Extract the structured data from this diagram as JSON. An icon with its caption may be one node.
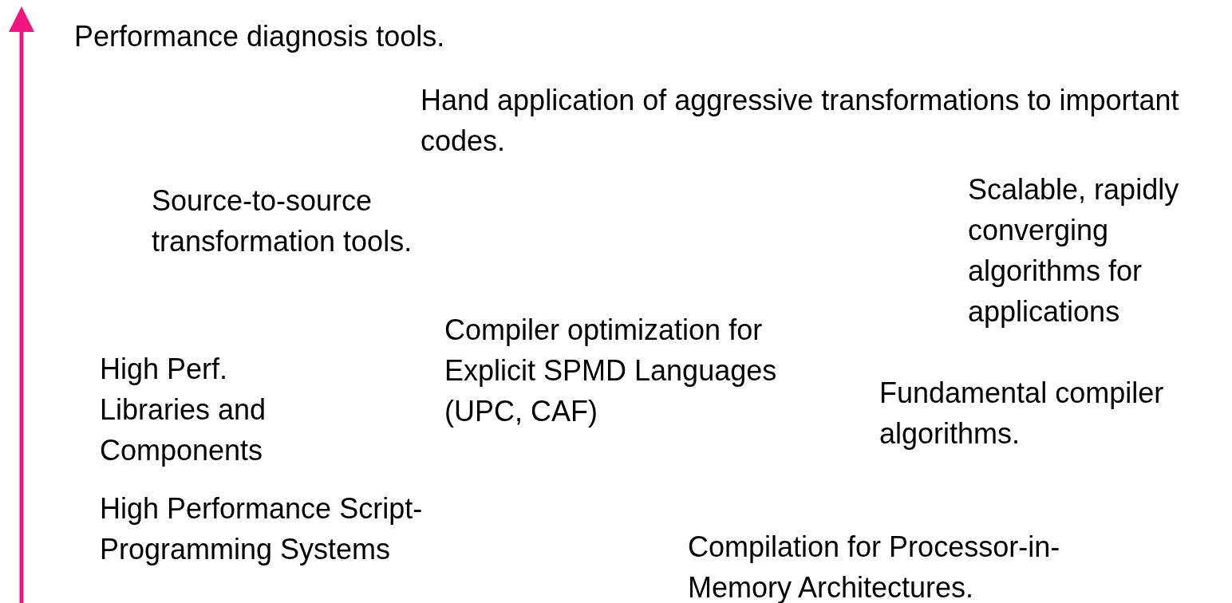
{
  "diagram": {
    "labels": [
      "Performance diagnosis tools.",
      "Hand application of aggressive transformations to important codes.",
      "Source-to-source transformation tools.",
      "Scalable, rapidly converging algorithms for applications",
      "Compiler optimization for Explicit SPMD Languages (UPC, CAF)",
      "High Perf. Libraries and Components",
      "Fundamental compiler algorithms.",
      "High Performance Script-Programming Systems",
      "Compilation for Processor-in-Memory Architectures."
    ]
  }
}
